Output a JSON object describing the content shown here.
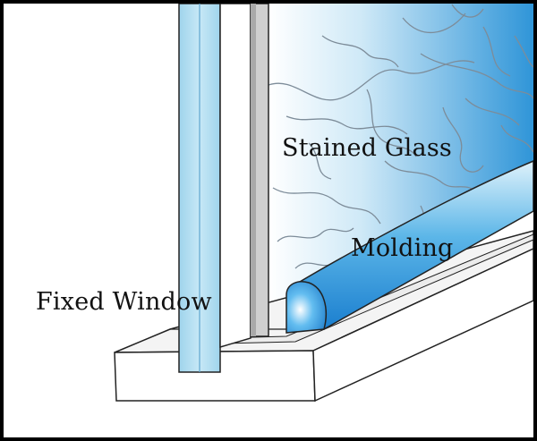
{
  "labels": {
    "stained_glass": "Stained Glass",
    "molding": "Molding",
    "fixed_window": "Fixed Window"
  },
  "colors": {
    "frame_border": "#000000",
    "background": "#ffffff",
    "glass_blue": "#a9d9ee",
    "glass_edge": "#5fa7cf",
    "molding_blue": "#2b8fd6",
    "outline": "#222222",
    "lead_lines": "#7a8a98"
  }
}
